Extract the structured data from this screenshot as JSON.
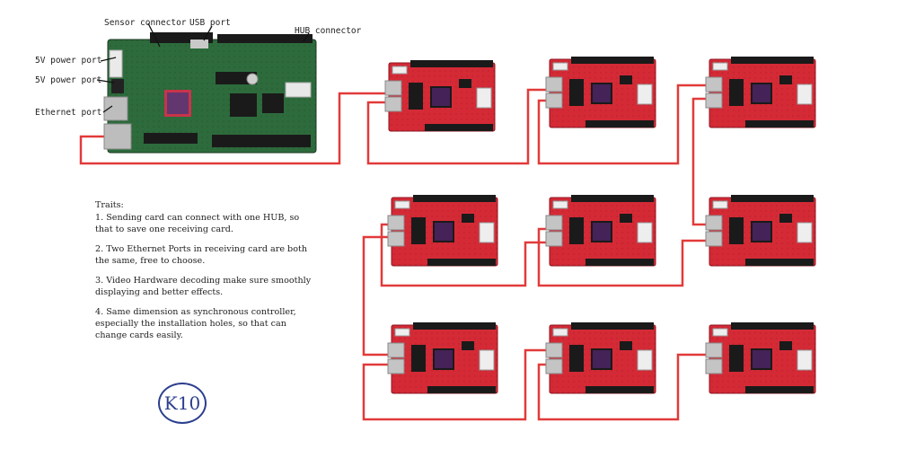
{
  "callouts": {
    "sensor_connector": "Sensor connector",
    "usb_port": "USB port",
    "hub_connector": "HUB connector",
    "power_port_1": "5V power port",
    "power_port_2": "5V power port",
    "ethernet_port": "Ethernet port"
  },
  "traits": {
    "heading": "Traits:",
    "items": [
      [
        "1. Sending card can connect with one HUB, so",
        "that to save one receiving card."
      ],
      [
        "2. Two Ethernet Ports in receiving card are both",
        "the same, free to choose."
      ],
      [
        "3. Video Hardware decoding make sure smoothly",
        "displaying and better effects."
      ],
      [
        "4. Same dimension as synchronous controller,",
        "especially the installation holes, so that can",
        "change cards easily."
      ]
    ]
  },
  "badge": "K10",
  "colors": {
    "cable": "#e23a3a",
    "sender_board": "#2d6b3c",
    "receiver_board": "#d42a36",
    "badge": "#2c3e8f"
  }
}
